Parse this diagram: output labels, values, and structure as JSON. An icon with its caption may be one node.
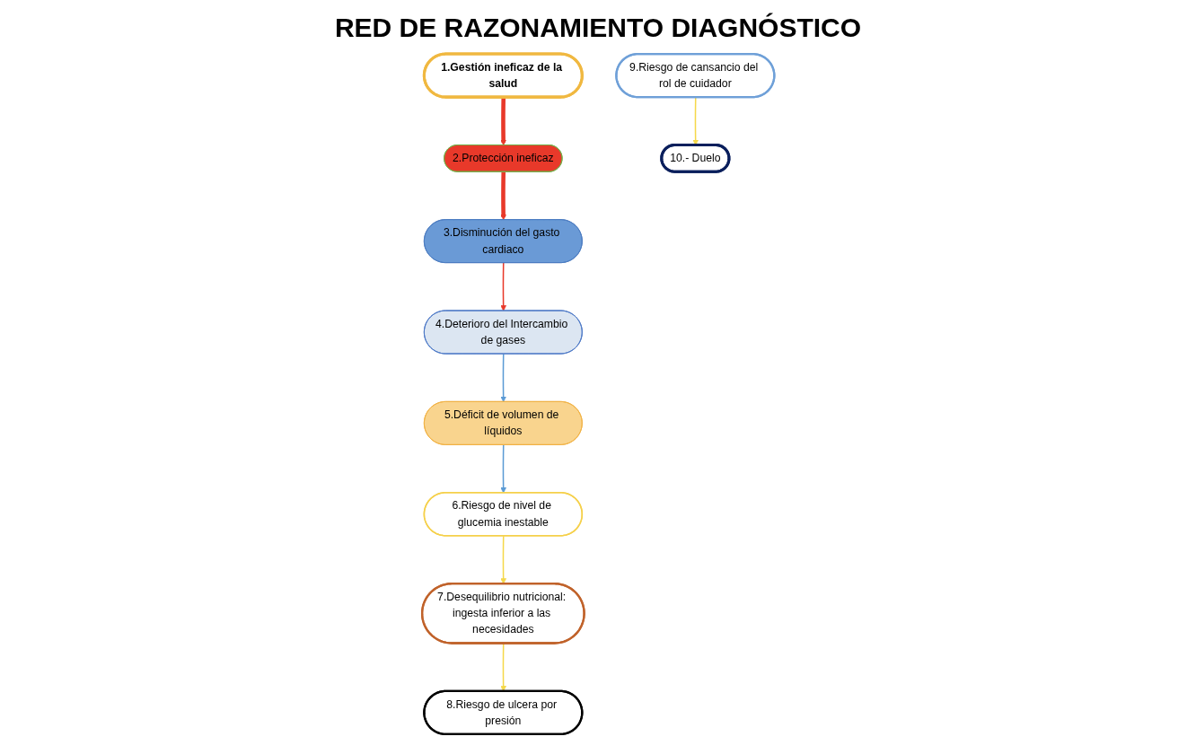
{
  "diagram": {
    "title": "RED DE RAZONAMIENTO DIAGNÓSTICO",
    "nodes": [
      {
        "text": [
          "5.Déficit de volumen de líquidos"
        ]
      },
      {
        "text": [
          "4.Deterioro del Intercambio de gases"
        ]
      },
      {
        "text": [
          "6.Riesgo de nivel de glucemia inestable"
        ]
      },
      {
        "text": [
          "3.Disminución del gasto cardiaco"
        ]
      },
      {
        "text": [
          "1.Gestión ineficaz de la salud"
        ]
      },
      {
        "text": [
          "8.Riesgo de ulcera por presión"
        ]
      },
      {
        "text": [
          "2.Protección ineficaz"
        ]
      },
      {
        "text": [
          "9.Riesgo de cansancio del rol de cuidador"
        ]
      },
      {
        "text": [
          "10.- Duelo"
        ]
      },
      {
        "text": [
          "7.Desequilibrio nutricional: ingesta inferior a las necesidades"
        ]
      }
    ],
    "edges": [
      {
        "from": 1,
        "to": 0,
        "arrow": "to",
        "color": "#5b9bd5"
      },
      {
        "from": 0,
        "to": 2,
        "arrow": "to",
        "color": "#5b9bd5"
      },
      {
        "from": 3,
        "to": 1,
        "arrow": "to",
        "color": "#e8392a"
      },
      {
        "from": 4,
        "to": 6,
        "arrow": "to",
        "style": "thick",
        "color": "#e8392a"
      },
      {
        "from": 6,
        "to": 3,
        "arrow": "to",
        "style": "thick",
        "color": "#e8392a"
      },
      {
        "from": 2,
        "to": 9,
        "arrow": "to",
        "color": "#f5d84a"
      },
      {
        "from": 9,
        "to": 5,
        "arrow": "to",
        "color": "#f5d84a"
      },
      {
        "from": 7,
        "to": 8,
        "arrow": "to",
        "color": "#f5d84a"
      }
    ]
  }
}
